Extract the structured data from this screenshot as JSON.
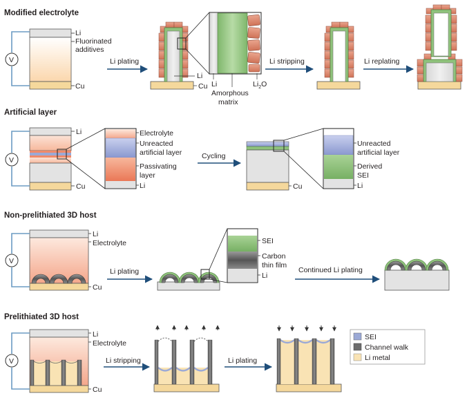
{
  "colors": {
    "electrolyte_top": "#ffffff",
    "electrolyte_bottom": "#fbd9b6",
    "electrolyte_red_top": "#fde7dc",
    "electrolyte_red_bottom": "#f5a98d",
    "li_grey": "#e3e3e3",
    "cu": "#f5d89c",
    "lithium_metal": "#f9e3b4",
    "sei_blue": "#9ba9d6",
    "sei_green": "#8fc27c",
    "passivating_orange": "#ef8a6a",
    "channel_wall": "#6d6d6d",
    "brick": "#d9836b",
    "wire": "#6b9bc3",
    "arrow": "#1f4e7a"
  },
  "common": {
    "voltmeter": "V",
    "li": "Li",
    "cu": "Cu",
    "electrolyte": "Electrolyte",
    "li_plating": "Li plating",
    "li_stripping": "Li stripping"
  },
  "panels": {
    "modified_electrolyte": {
      "title": "Modified electrolyte",
      "fluorinated": [
        "Fluorinated",
        "additives"
      ],
      "li_plating": "Li plating",
      "amorphous": [
        "Amorphous",
        "matrix"
      ],
      "li2o": "Li",
      "li2o_sub": "2",
      "li2o_end": "O",
      "li_stripping": "Li stripping",
      "li_replating": "Li replating"
    },
    "artificial_layer": {
      "title": "Artificial layer",
      "unreacted": [
        "Unreacted",
        "artificial layer"
      ],
      "passivating": [
        "Passivating",
        "layer"
      ],
      "cycling": "Cycling",
      "derived": [
        "Derived",
        "SEI"
      ]
    },
    "non_prelithiated": {
      "title": "Non-prelithiated 3D host",
      "sei": "SEI",
      "carbon": [
        "Carbon",
        "thin film"
      ],
      "continued": "Continued Li plating"
    },
    "prelithiated": {
      "title": "Prelithiated 3D host",
      "legend": [
        {
          "label": "SEI",
          "color": "#9ba9d6"
        },
        {
          "label": "Channel walk",
          "color": "#6d6d6d"
        },
        {
          "label": "Li metal",
          "color": "#f9e3b4"
        }
      ]
    }
  }
}
